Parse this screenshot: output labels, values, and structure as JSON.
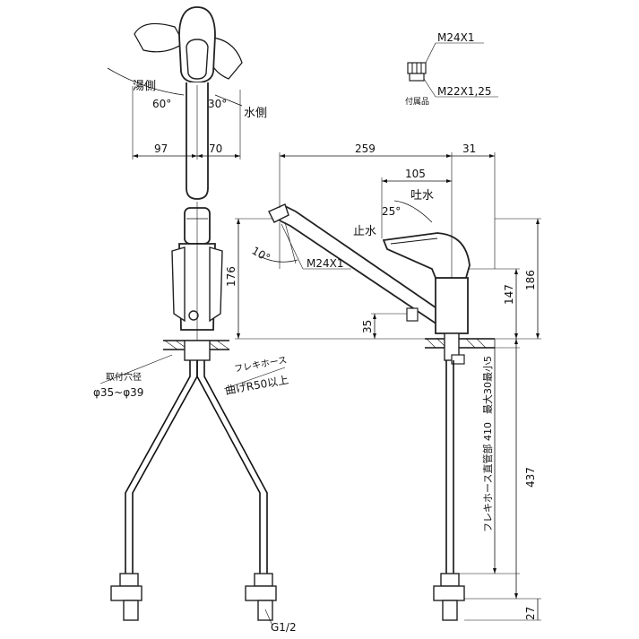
{
  "labels": {
    "m24x1_top": "M24X1",
    "m22x125": "M22X1,25",
    "accessory": "付属品",
    "hot_side": "湯側",
    "cold_side": "水側",
    "angle_60": "60°",
    "angle_30": "30°",
    "dim_97": "97",
    "dim_70": "70",
    "dim_259": "259",
    "dim_31": "31",
    "dim_105": "105",
    "spout_water": "吐水",
    "stop_water": "止水",
    "angle_25": "25°",
    "angle_10": "10°",
    "m24x1_spout": "M24X1",
    "dim_176": "176",
    "dim_147": "147",
    "dim_186": "186",
    "dim_35": "35",
    "mount_hole_label": "取付穴径",
    "mount_hole_value": "φ35~φ39",
    "flex_hose": "フレキホース",
    "bend_radius": "曲げR50以上",
    "thickness_max": "最大30最小5",
    "flex_hose_length": "フレキホース直管部 410",
    "dim_437": "437",
    "dim_27": "27",
    "g12": "G1/2"
  }
}
